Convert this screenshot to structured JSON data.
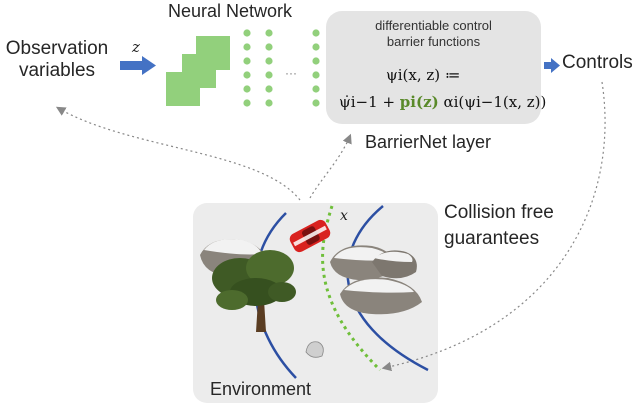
{
  "labels": {
    "observation_line1": "Observation",
    "observation_line2": "variables",
    "z_symbol": "z",
    "neural_network": "Neural Network",
    "cbf_line1": "differentiable control",
    "cbf_line2": "barrier functions",
    "eq_line1": "ψi(x, z) ≔",
    "eq_line2_a": "ψ̇i−1 + ",
    "eq_line2_p": "pi(z)",
    "eq_line2_b": " αi(ψi−1(x, z))",
    "barriernet_layer": "BarrierNet layer",
    "controls": "Controls",
    "collision_line1": "Collision free",
    "collision_line2": "guarantees",
    "x_symbol": "x",
    "environment": "Environment"
  },
  "colors": {
    "arrow_blue": "#4472c4",
    "nn_green": "#92d07c",
    "cbf_box_gray": "#e4e4e4",
    "env_gray": "#ececec",
    "lane_blue": "#2c4fa3",
    "path_green": "#6fbf3a",
    "car_red": "#d9221f"
  },
  "icons": [
    "right-arrow-icon",
    "car-icon",
    "tree-icon",
    "rock-icon",
    "dotted-arrow-icon"
  ]
}
